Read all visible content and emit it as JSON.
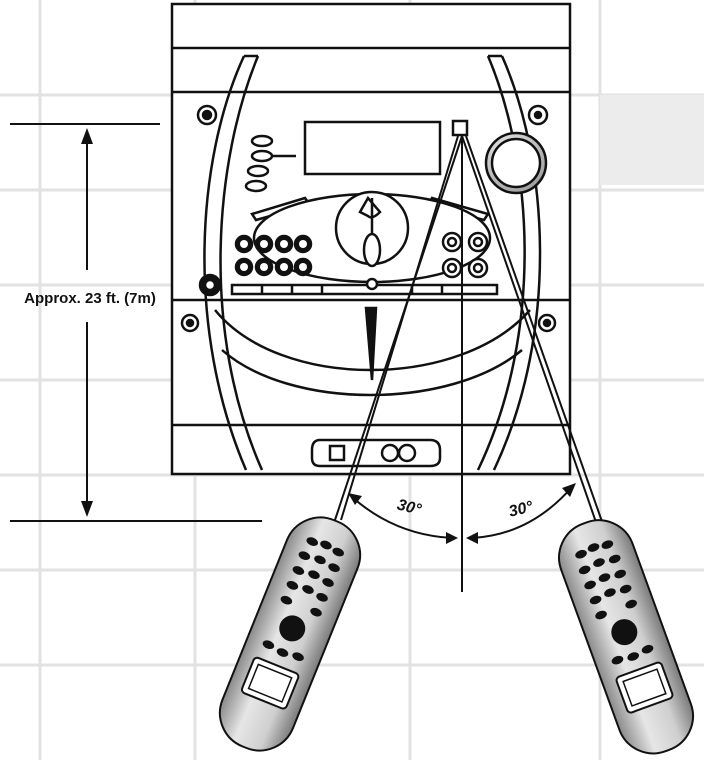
{
  "distance_label": "Approx. 23 ft. (7m)",
  "angle_left_label": "30°",
  "angle_right_label": "30°",
  "colors": {
    "background": "#ffffff",
    "grid_tile": "#d9d9d9",
    "line": "#111111",
    "remote_body": "#bdbdbd"
  }
}
